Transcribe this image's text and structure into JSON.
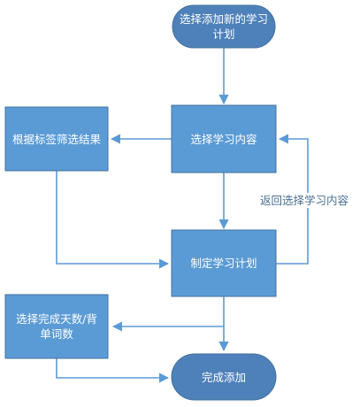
{
  "colors": {
    "node_fill": "#5b9bd5",
    "node_stroke": "#41719c",
    "terminal_fill": "#4e81ba",
    "edge": "#5b9bd5",
    "label_text": "#ffffff",
    "edge_label_text": "#4a6f92"
  },
  "nodes": {
    "start": {
      "label": "选择添加新的学习计划",
      "shape": "rounded-terminal"
    },
    "select_content": {
      "label": "选择学习内容",
      "shape": "rectangle"
    },
    "filter_by_tags": {
      "label": "根据标签筛选结果",
      "shape": "rectangle"
    },
    "make_plan": {
      "label": "制定学习计划",
      "shape": "rectangle"
    },
    "choose_days_words": {
      "label": "选择完成天数/背单词数",
      "shape": "rectangle"
    },
    "finish": {
      "label": "完成添加",
      "shape": "rounded-terminal"
    }
  },
  "edges": {
    "return_label": "返回选择学习内容"
  }
}
